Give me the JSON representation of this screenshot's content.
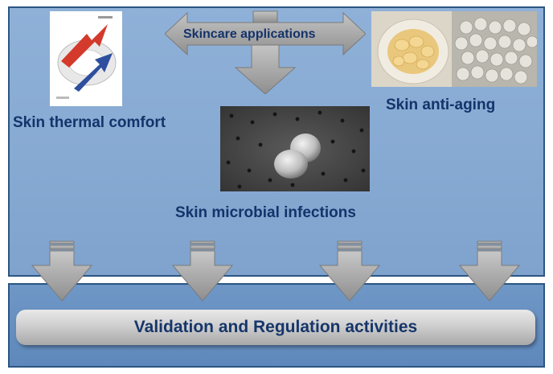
{
  "center_label": "Skincare applications",
  "nodes": {
    "thermal": "Skin thermal comfort",
    "antiaging": "Skin anti-aging",
    "microbial": "Skin microbial infections"
  },
  "bottom": {
    "label": "Validation and Regulation activities"
  },
  "colors": {
    "panel_fill": "#8fb1d8",
    "panel_border": "#2c5584",
    "band_fill": "#6f97c6",
    "label_text": "#14336b",
    "arrow_gray": "#a8a8a8"
  },
  "images": [
    "thermal-comfort-icon",
    "capsules-photo",
    "microbe-micrograph"
  ]
}
